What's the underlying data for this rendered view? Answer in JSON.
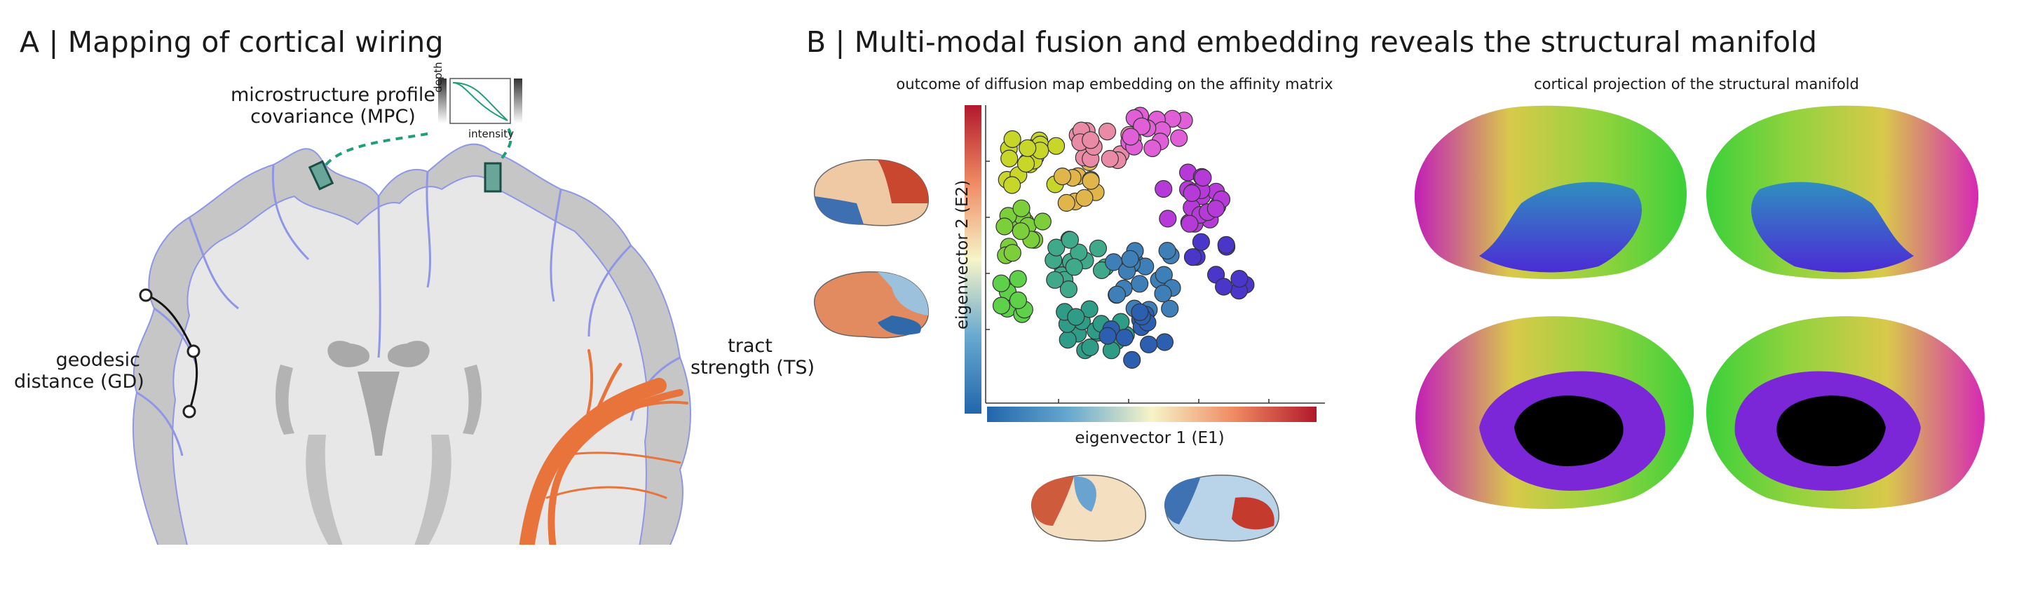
{
  "panel_a": {
    "title": "A | Mapping of cortical wiring",
    "mpc_label": [
      "microstructure profile",
      "covariance (MPC)"
    ],
    "inset_y_label": "depth",
    "inset_x_label": "intensity",
    "gd_label": [
      "geodesic",
      "distance (GD)"
    ],
    "ts_label": [
      "tract",
      "strength (TS)"
    ]
  },
  "panel_b": {
    "title": "B | Multi-modal fusion and embedding reveals the structural manifold",
    "scatter_title": "outcome of diffusion map embedding on the affinity matrix",
    "xlabel": "eigenvector 1 (E1)",
    "ylabel": "eigenvector 2 (E2)",
    "projection_title": "cortical projection of the structural manifold"
  },
  "colors": {
    "accent_green": "#1f9e7a",
    "tract_orange": "#e8743b",
    "brain_outline": "#8f96e6",
    "white_matter": "#e6e6e6",
    "gray_matter": "#c9c9c9"
  },
  "icons": [
    "coronal-brain-slice",
    "cortical-surface-brain",
    "colorbar"
  ]
}
